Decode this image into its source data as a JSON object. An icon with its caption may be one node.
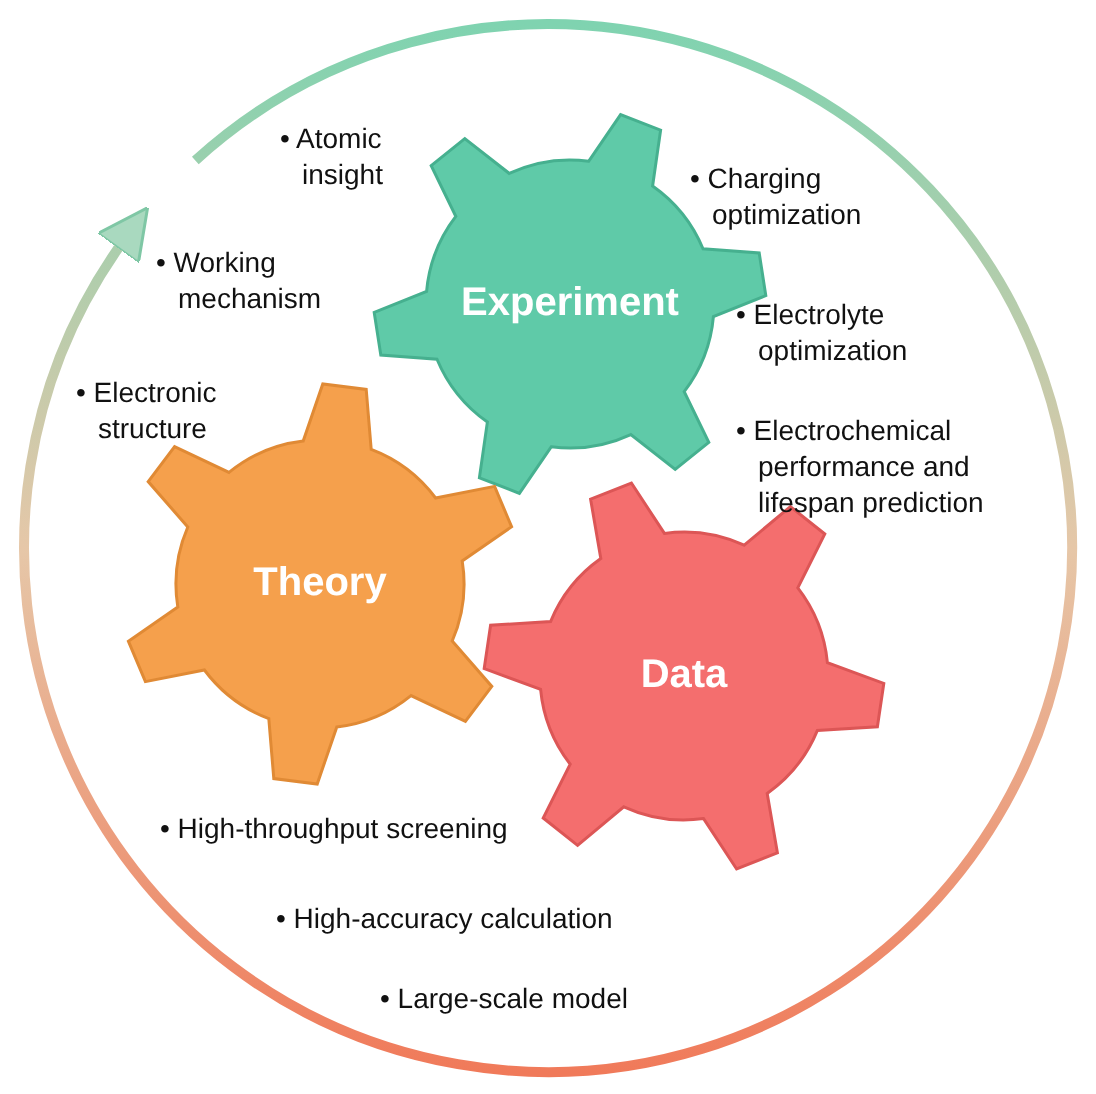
{
  "diagram": {
    "nodes": [
      {
        "text": [
          "Experiment"
        ]
      },
      {
        "text": [
          "Theory"
        ]
      },
      {
        "text": [
          "Data"
        ]
      }
    ],
    "labels": [
      "• Atomic insight",
      "• Charging optimization",
      "• Working mechanism",
      "• Electrolyte optimization",
      "• Electronic structure",
      "• Electrochemical performance and lifespan prediction",
      "• High-throughput screening",
      "• High-accuracy calculation",
      "• Large-scale model"
    ]
  }
}
